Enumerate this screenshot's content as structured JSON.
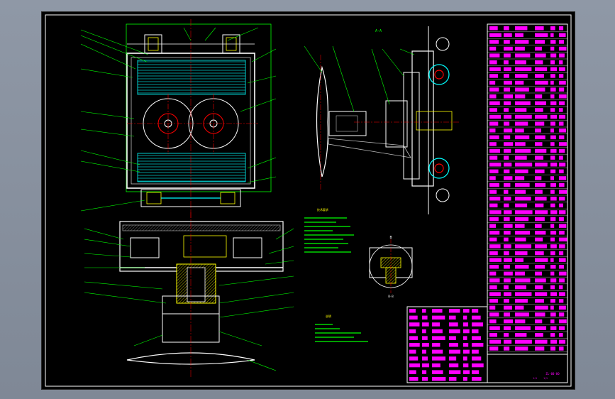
{
  "drawing": {
    "section_label_top": "A-A",
    "section_label_detail": "B",
    "detail_label_below": "B-B",
    "notes_heading": "技术要求",
    "notes_heading2": "说明",
    "colors": {
      "frame": "#ffffff",
      "part": "#00ff00",
      "dim": "#ffff00",
      "center": "#ff0000",
      "table": "#ff00ff",
      "detail": "#00ffff",
      "body": "#bfbfbf"
    }
  },
  "title_block": {
    "drawing_no": "ZL-00-00",
    "scale": "1:5",
    "sheet": "1/1"
  }
}
